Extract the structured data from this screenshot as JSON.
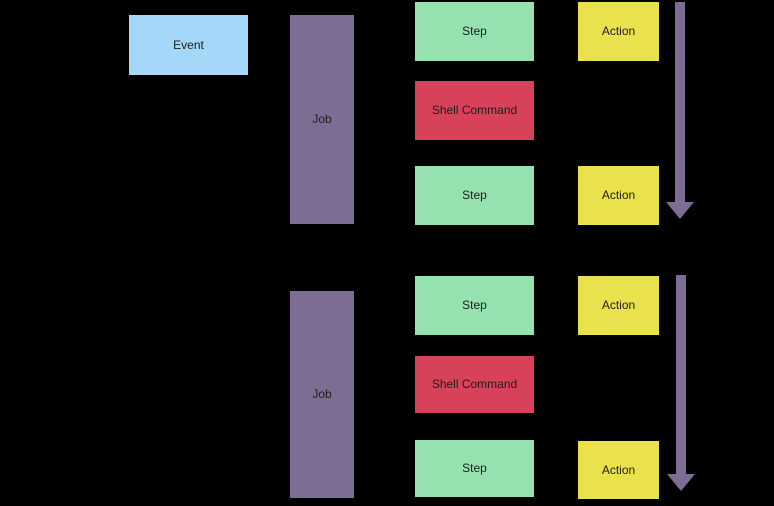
{
  "diagram": {
    "type": "workflow-components",
    "event": {
      "label": "Event"
    },
    "jobs": [
      {
        "label": "Job",
        "items": [
          {
            "type": "step",
            "label": "Step"
          },
          {
            "type": "shell_command",
            "label": "Shell Command"
          },
          {
            "type": "step",
            "label": "Step"
          }
        ],
        "actions": [
          {
            "label": "Action"
          },
          {
            "label": "Action"
          }
        ]
      },
      {
        "label": "Job",
        "items": [
          {
            "type": "step",
            "label": "Step"
          },
          {
            "type": "shell_command",
            "label": "Shell Command"
          },
          {
            "type": "step",
            "label": "Step"
          }
        ],
        "actions": [
          {
            "label": "Action"
          },
          {
            "label": "Action"
          }
        ]
      }
    ],
    "arrows": [
      {
        "name": "execution-order-arrow-1",
        "direction": "down"
      },
      {
        "name": "execution-order-arrow-2",
        "direction": "down"
      }
    ],
    "colors": {
      "background": "#000000",
      "event": "#a5d8f8",
      "job": "#7e6d93",
      "step": "#95e1b0",
      "shell_command": "#d8415a",
      "action": "#e9e24d",
      "arrow": "#7e6d93",
      "text": "#1d1d1d"
    }
  }
}
